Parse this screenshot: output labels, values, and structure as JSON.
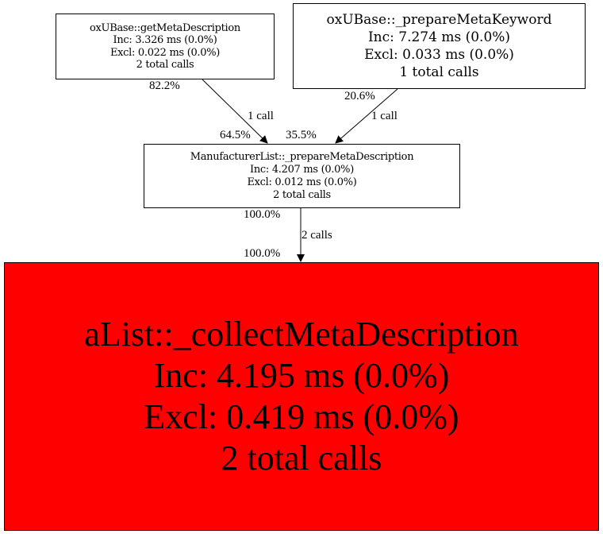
{
  "nodes": [
    {
      "name": "oxUBase::getMetaDescription",
      "inc": "Inc: 3.326 ms (0.0%)",
      "excl": "Excl: 0.022 ms (0.0%)",
      "calls": "2 total calls"
    },
    {
      "name": "oxUBase::_prepareMetaKeyword",
      "inc": "Inc: 7.274 ms (0.0%)",
      "excl": "Excl: 0.033 ms (0.0%)",
      "calls": "1 total calls"
    },
    {
      "name": "ManufacturerList::_prepareMetaDescription",
      "inc": "Inc: 4.207 ms (0.0%)",
      "excl": "Excl: 0.012 ms (0.0%)",
      "calls": "2 total calls"
    },
    {
      "name": "aList::_collectMetaDescription",
      "inc": "Inc: 4.195 ms (0.0%)",
      "excl": "Excl: 0.419 ms (0.0%)",
      "calls": "2 total calls",
      "color": "#ff0000"
    }
  ],
  "edges": [
    {
      "tail": "82.2%",
      "label": "1 call",
      "head": "64.5%"
    },
    {
      "tail": "20.6%",
      "label": "1 call",
      "head": "35.5%"
    },
    {
      "tail": "100.0%",
      "label": "2 calls",
      "head": "100.0%"
    }
  ]
}
